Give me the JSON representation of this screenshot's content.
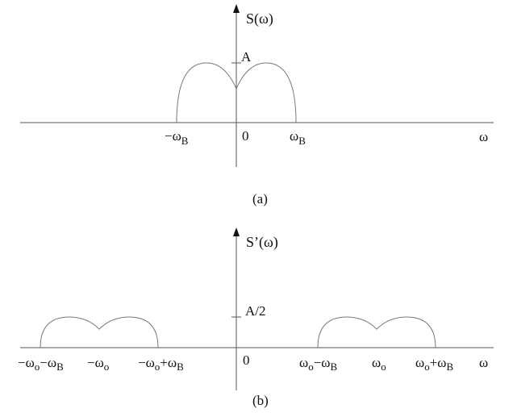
{
  "panels": {
    "a": {
      "y_axis_label": "S(ω)",
      "x_axis_label": "ω",
      "amplitude_label": "A",
      "origin_label": "0",
      "neg_band_label": {
        "main": "−ω",
        "sub": "B"
      },
      "pos_band_label": {
        "main": "ω",
        "sub": "B"
      },
      "caption": "(a)"
    },
    "b": {
      "y_axis_label": "S’(ω)",
      "x_axis_label": "ω",
      "amplitude_label": "A/2",
      "origin_label": "0",
      "tick_neg_outer": {
        "a": "−ω",
        "a_sub": "o",
        "b": "−ω",
        "b_sub": "B"
      },
      "tick_neg_center": {
        "main": "−ω",
        "sub": "o"
      },
      "tick_neg_inner": {
        "a": "−ω",
        "a_sub": "o",
        "b": "+ω",
        "b_sub": "B"
      },
      "tick_pos_inner": {
        "a": "ω",
        "a_sub": "o",
        "b": "−ω",
        "b_sub": "B"
      },
      "tick_pos_center": {
        "main": "ω",
        "sub": "o"
      },
      "tick_pos_outer": {
        "a": "ω",
        "a_sub": "o",
        "b": "+ω",
        "b_sub": "B"
      },
      "caption": "(b)"
    }
  }
}
